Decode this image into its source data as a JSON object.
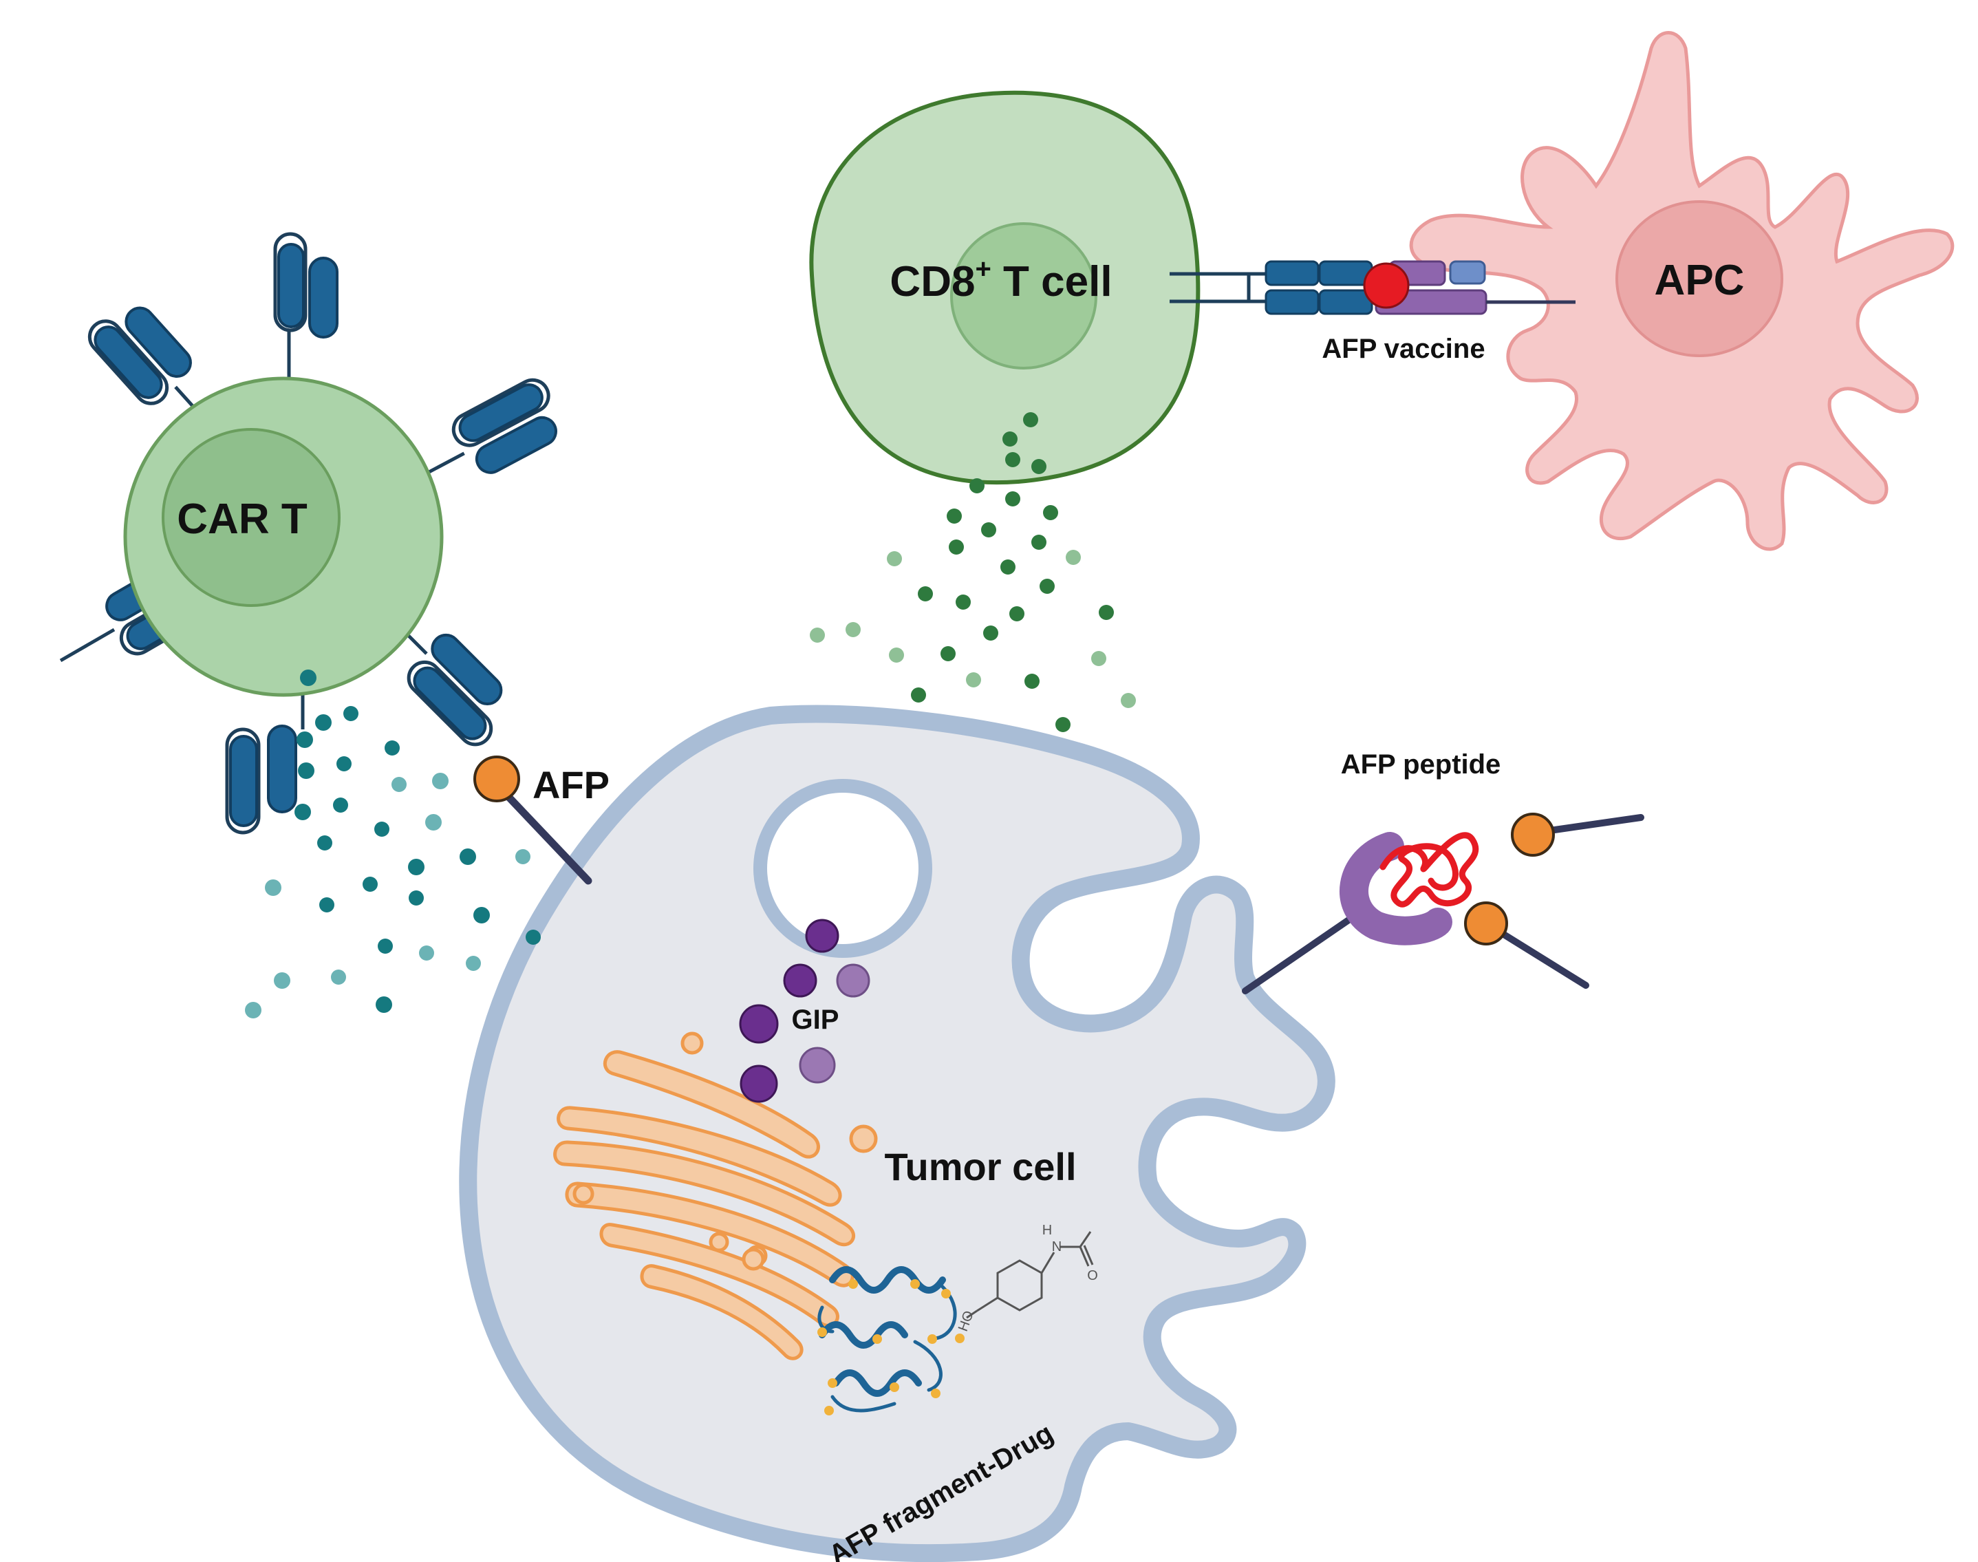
{
  "labels": {
    "car_t": "CAR T",
    "cd8_prefix": "CD8",
    "cd8_sup": "+",
    "cd8_suffix": " T cell",
    "apc": "APC",
    "afp_vaccine": "AFP vaccine",
    "afp": "AFP",
    "afp_peptide": "AFP peptide",
    "gip": "GIP",
    "tumor_cell": "Tumor cell",
    "afp_fragment_drug": "AFP fragment-Drug",
    "chem_h": "H",
    "chem_n": "N",
    "chem_o": "O",
    "chem_ho": "HO"
  },
  "colors": {
    "t_cell_fill": "#c3dec0",
    "t_cell_border": "#3f7a2e",
    "car_t_fill": "#abd3a9",
    "car_t_border": "#6a9e5e",
    "nucleus_green": "#8fbf8c",
    "receptor_blue": "#1e6496",
    "apc_fill": "#f6c9c9",
    "apc_border": "#e99a9a",
    "apc_nucleus": "#eba8a8",
    "tumor_fill": "#e5e7ec",
    "tumor_border": "#a9bdd6",
    "golgi_fill": "#f5cba4",
    "golgi_border": "#ef9a4c",
    "gip_purple": "#6a2f8e",
    "afp_orange": "#ee8c34",
    "mhc_purple": "#8e65ad",
    "peptide_red": "#e61b23",
    "teal_dot": "#15797f",
    "green_dot": "#2e7a3e",
    "stem_navy": "#34395c"
  },
  "icons": [
    "car-receptor-icon",
    "tcr-mhc-complex-icon",
    "afp-antigen-icon",
    "antibody-peptide-icon",
    "golgi-icon",
    "vesicle-icon",
    "protein-helix-icon",
    "drug-molecule-icon"
  ]
}
